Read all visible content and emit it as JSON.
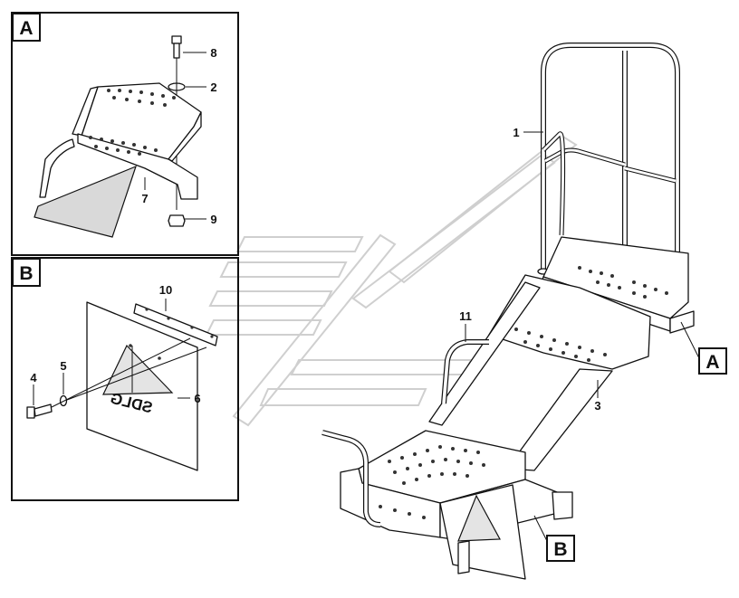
{
  "panels": [
    {
      "id": "A",
      "label": "A",
      "callouts": [
        "8",
        "2",
        "7",
        "9"
      ]
    },
    {
      "id": "B",
      "label": "B",
      "callouts": [
        "10",
        "4",
        "5",
        "6"
      ]
    }
  ],
  "main_callouts": [
    "1",
    "11",
    "3"
  ],
  "view_refs": [
    "A",
    "B"
  ],
  "mudflap_text": "SDLG"
}
